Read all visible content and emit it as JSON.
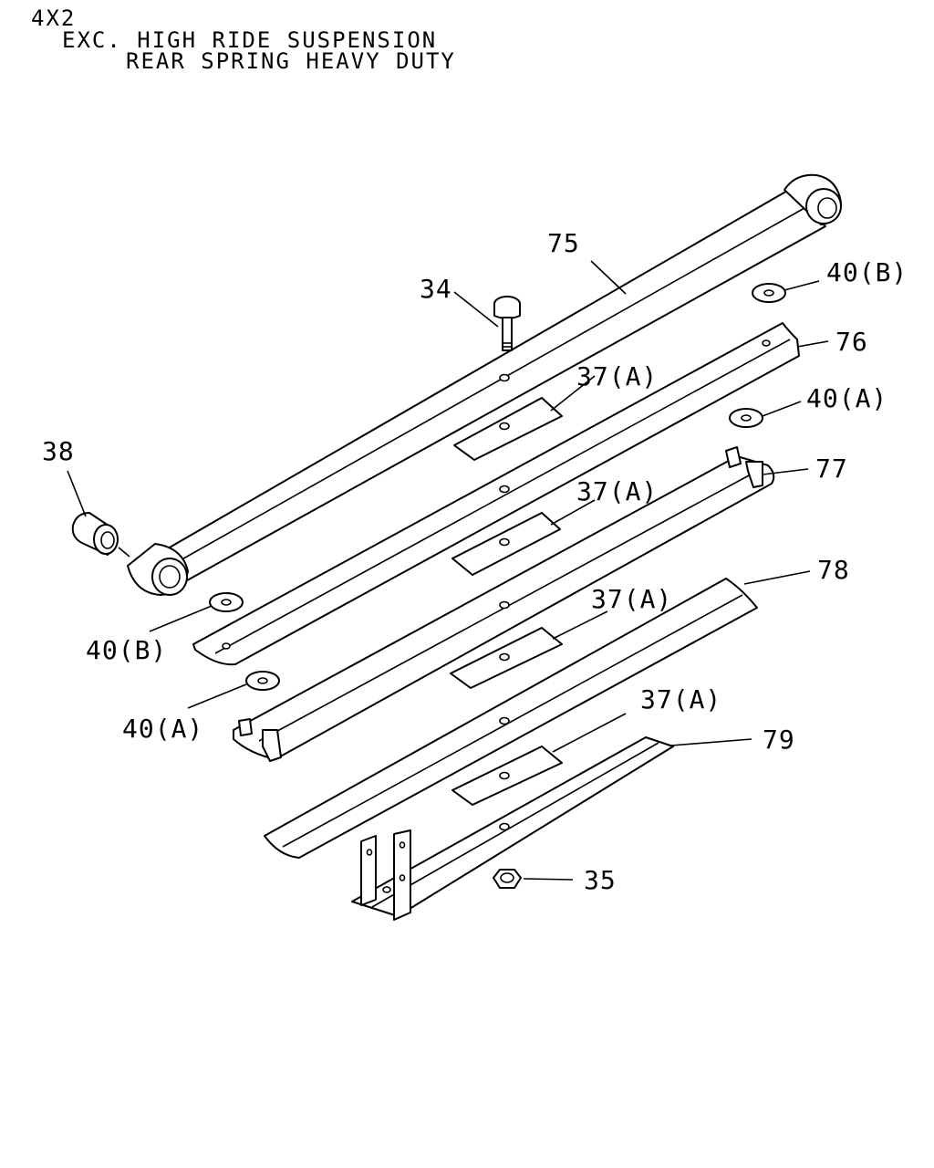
{
  "header": {
    "line1": "4X2",
    "line2": "EXC. HIGH RIDE SUSPENSION",
    "line3": "REAR SPRING HEAVY DUTY"
  },
  "callouts": {
    "c75": "75",
    "c34": "34",
    "c40b_top": "40(B)",
    "c76": "76",
    "c37a_1": "37(A)",
    "c40a_top": "40(A)",
    "c38": "38",
    "c37a_2": "37(A)",
    "c77": "77",
    "c78": "78",
    "c37a_3": "37(A)",
    "c40b_left": "40(B)",
    "c40a_left": "40(A)",
    "c37a_4": "37(A)",
    "c79": "79",
    "c35": "35"
  }
}
